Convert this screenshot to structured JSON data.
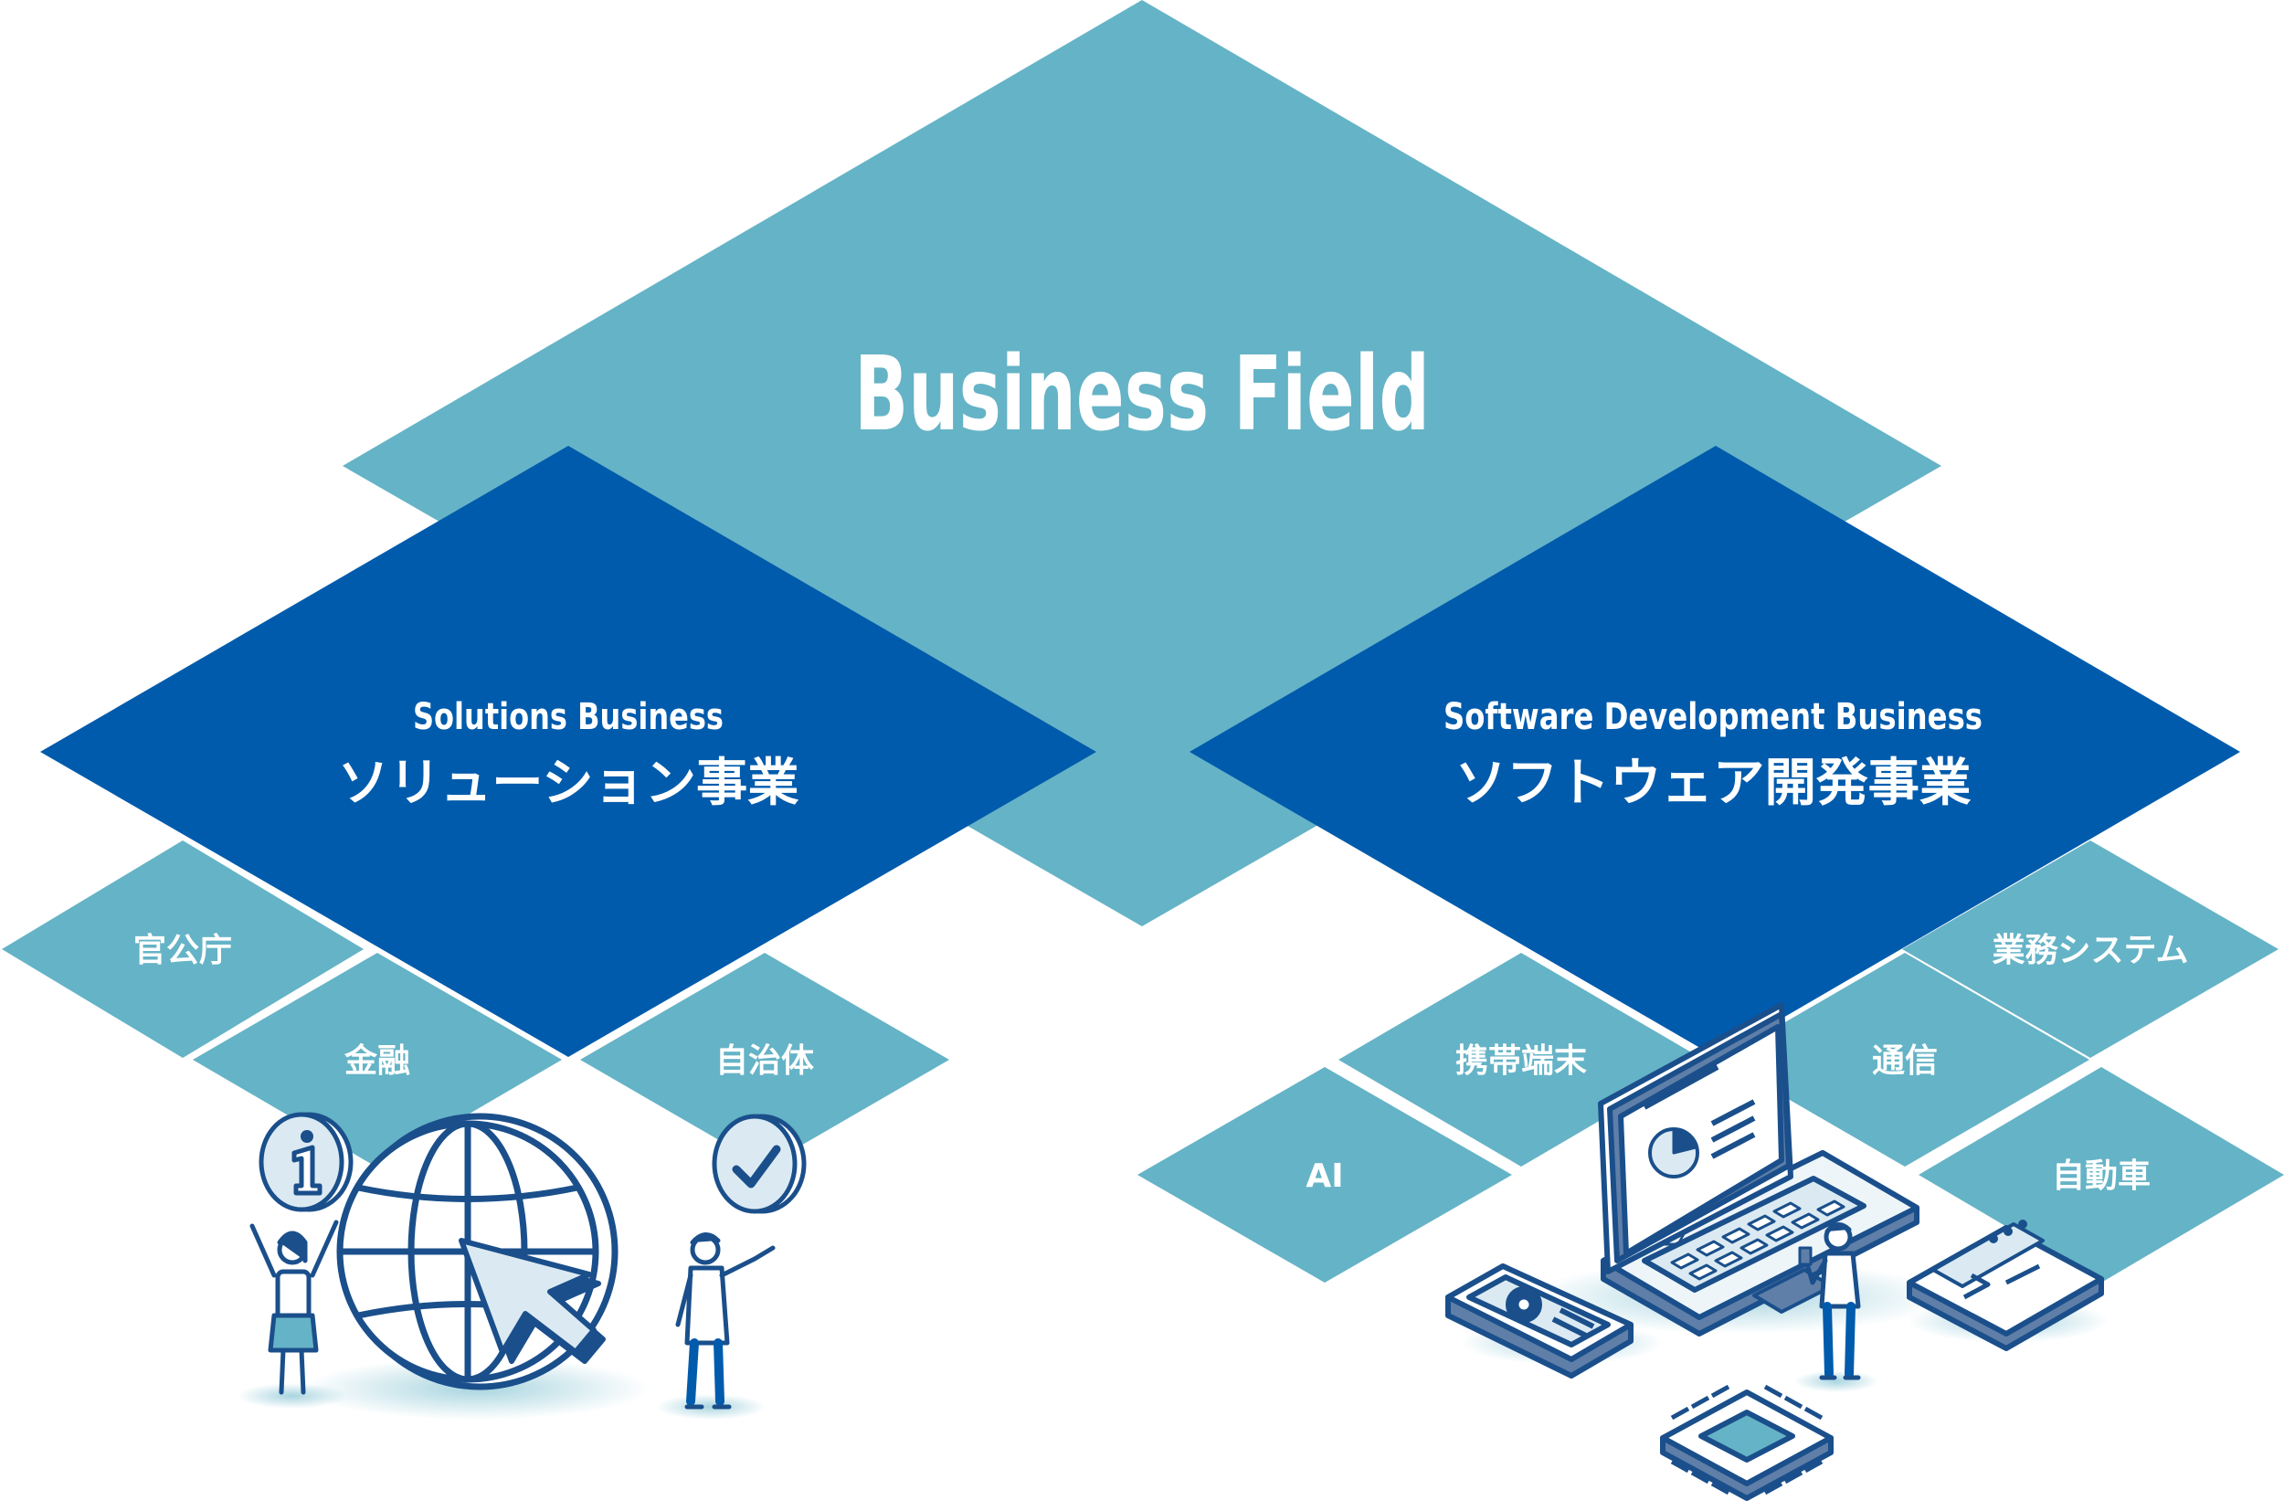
{
  "title": "Business Field",
  "solutions": {
    "en": "Solutions Business",
    "ja": "ソリューション事業",
    "tiles": [
      "官公庁",
      "金融",
      "自治体"
    ]
  },
  "software": {
    "en": "Software Development Business",
    "ja": "ソフトウェア開発事業",
    "tiles": [
      "業務システム",
      "携帯端末",
      "通信",
      "AI",
      "自動車"
    ]
  },
  "colors": {
    "light": "#65b3c6",
    "dark": "#005bac",
    "line": "#1a4f8b",
    "fill": "#dbeaf2",
    "white": "#ffffff"
  },
  "icons": [
    "info-icon",
    "globe-icon",
    "cursor-arrow-icon",
    "check-icon",
    "laptop-icon",
    "smartphone-icon",
    "microchip-icon",
    "browser-window-icon"
  ]
}
